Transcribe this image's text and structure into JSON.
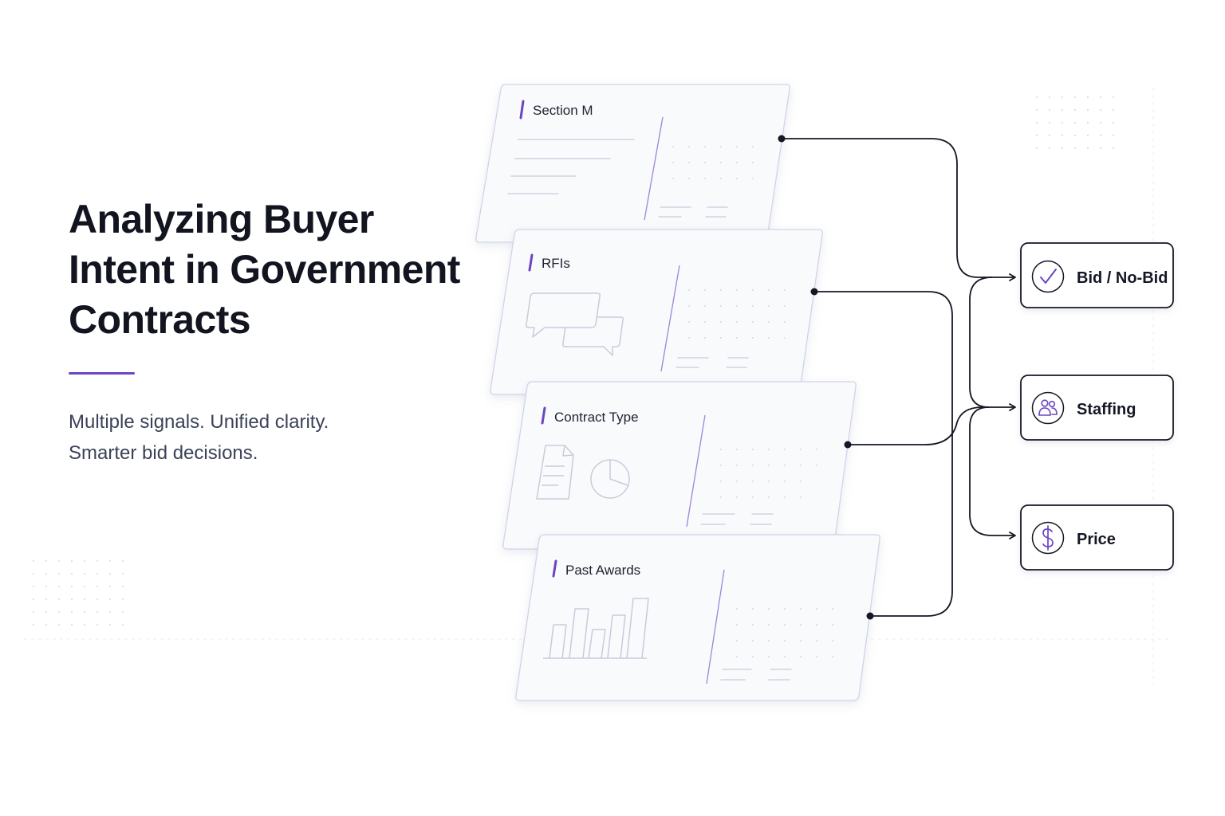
{
  "hero": {
    "title_lines": [
      "Analyzing Buyer",
      "Intent in Government",
      "Contracts"
    ],
    "tagline_lines": [
      "Multiple signals. Unified clarity.",
      "Smarter bid decisions."
    ]
  },
  "inputs": [
    {
      "label": "Section M",
      "icon": "text-lines-icon"
    },
    {
      "label": "RFIs",
      "icon": "chat-bubbles-icon"
    },
    {
      "label": "Contract Type",
      "icon": "document-pie-icon"
    },
    {
      "label": "Past Awards",
      "icon": "bar-chart-icon"
    }
  ],
  "outputs": [
    {
      "label": "Bid / No-Bid",
      "icon": "checkmark-icon"
    },
    {
      "label": "Staffing",
      "icon": "people-icon"
    },
    {
      "label": "Price",
      "icon": "dollar-icon"
    }
  ],
  "colors": {
    "accent": "#6b46c1",
    "title": "#12151f",
    "body_text": "#3a4257",
    "card_border": "#c9cfe6",
    "connector": "#151824"
  }
}
